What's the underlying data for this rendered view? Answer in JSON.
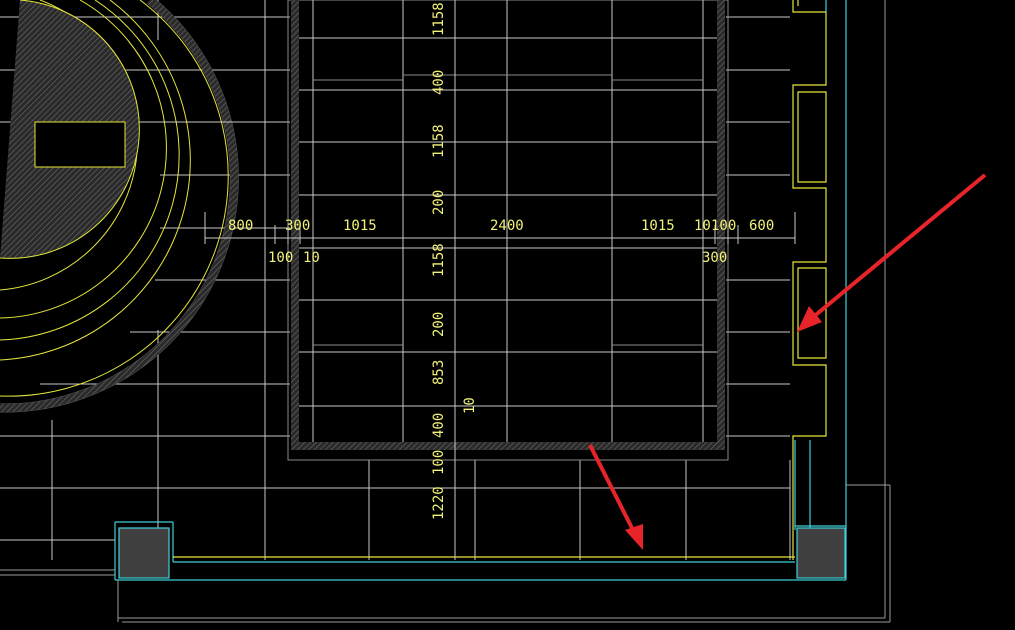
{
  "app": {
    "background_color": "#000000"
  },
  "colors": {
    "grid_line": "#c8c8c8",
    "wall_outline": "#e6e63c",
    "cyan_line": "#3fd0d8",
    "dimension_text": "#f2f27a",
    "hatch_fill": "#3a3a3a",
    "column_fill": "#404040",
    "arrow": "#e8242b"
  },
  "dimensions": {
    "horizontal_top": [
      "800",
      "300",
      "1015",
      "2400",
      "1015",
      "10",
      "100",
      "600"
    ],
    "horizontal_bottom": [
      "100",
      "10",
      "300"
    ],
    "vertical": [
      "1158",
      "400",
      "1158",
      "200",
      "1158",
      "200",
      "853",
      "400",
      "100",
      "1220"
    ],
    "small_label": "10"
  },
  "annotations": [
    {
      "name": "red-arrow-right",
      "shape": "arrow"
    },
    {
      "name": "red-arrow-bottom",
      "shape": "arrow"
    }
  ]
}
